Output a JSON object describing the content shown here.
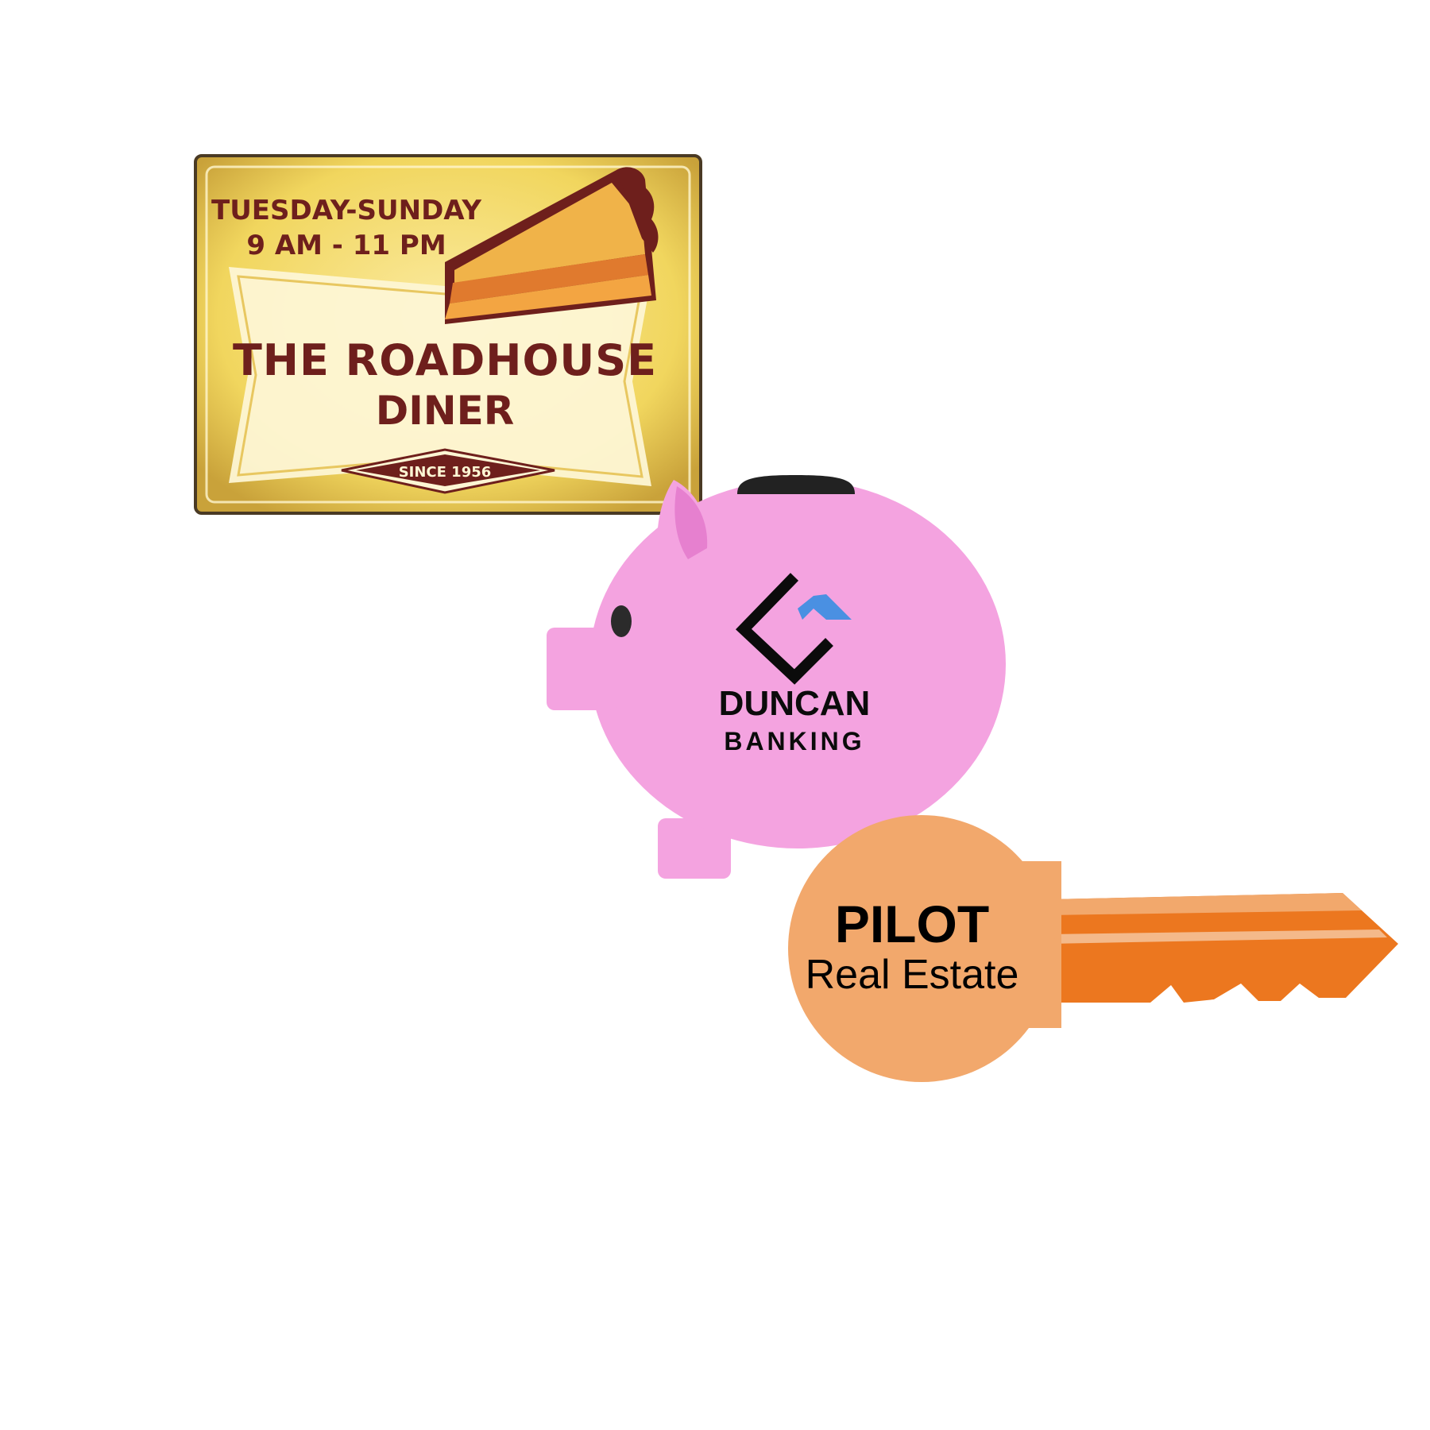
{
  "colors": {
    "background": "#ffffff",
    "diner_sign": "#f0d55a",
    "diner_text": "#6e1f1c",
    "piggy_bank": "#f4a3e0",
    "piggy_ear": "#e680cf",
    "logo_blue": "#4a90e2",
    "key_head": "#f2a86c",
    "key_blade": "#ec771f"
  },
  "diner_sign": {
    "days": "TUESDAY-SUNDAY",
    "hours": "9 AM - 11 PM",
    "name_line1": "THE ROADHOUSE",
    "name_line2": "DINER",
    "since": "SINCE 1956",
    "icon": "pie-slice-icon"
  },
  "piggy_bank": {
    "brand_line1": "DUNCAN",
    "brand_line2": "BANKING",
    "icon": "house-chevron-logo-icon"
  },
  "key": {
    "brand_line1": "PILOT",
    "brand_line2": "Real Estate"
  }
}
